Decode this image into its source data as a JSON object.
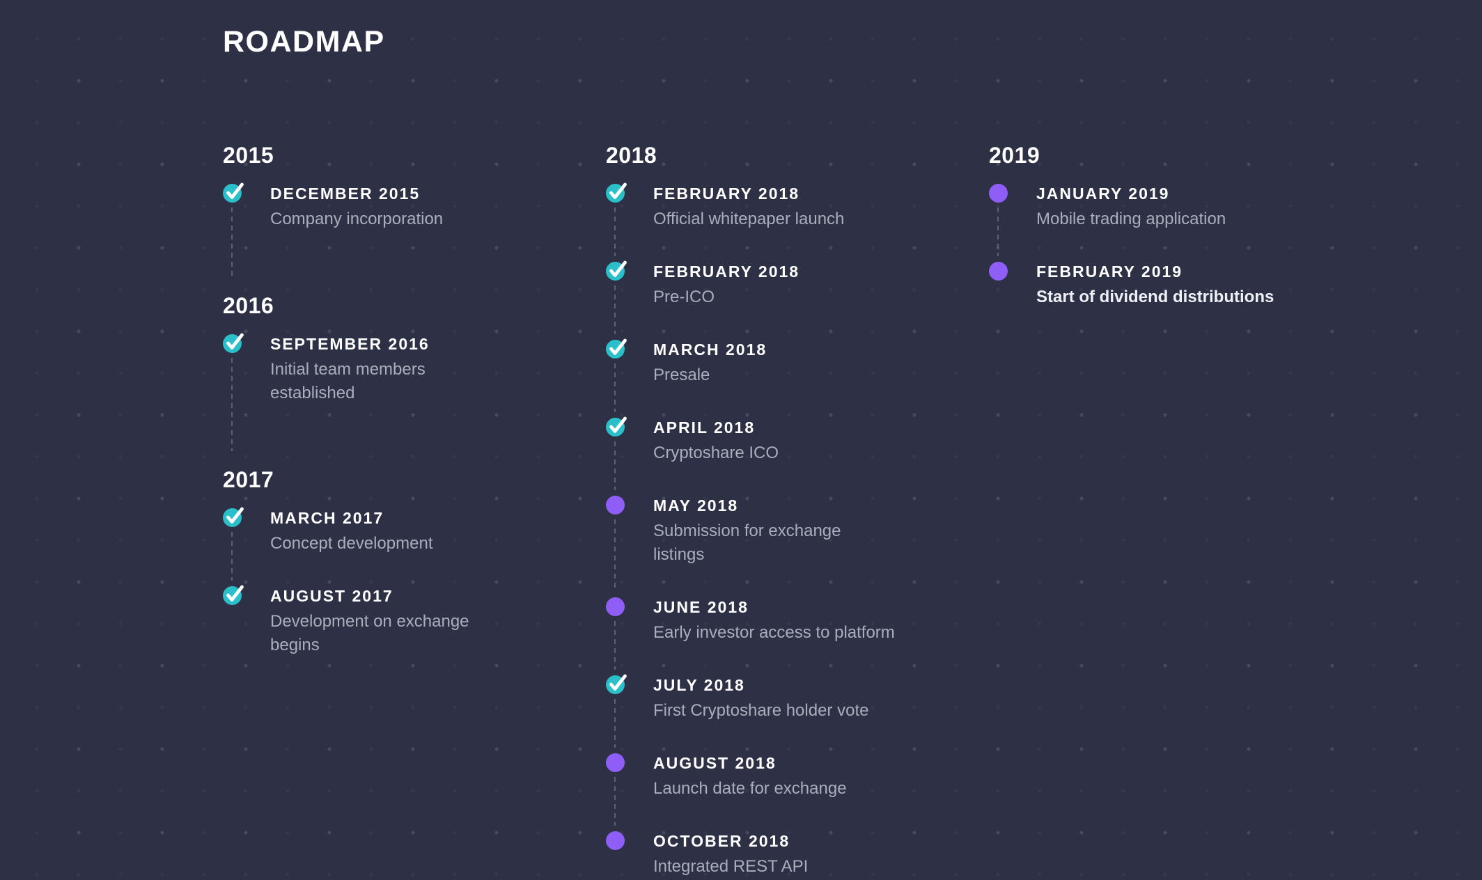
{
  "page": {
    "title": "ROADMAP"
  },
  "colors": {
    "background": "#2e3145",
    "done": "#2abfc9",
    "planned": "#8e5ef6",
    "heading_text": "#ffffff",
    "description_text": "#a9aebc",
    "connector": "#5c6076"
  },
  "timeline": {
    "columns": [
      {
        "sections": [
          {
            "year": "2015",
            "items": [
              {
                "date": "DECEMBER 2015",
                "desc": "Company incorporation",
                "status": "done",
                "section_end": true
              }
            ]
          },
          {
            "year": "2016",
            "items": [
              {
                "date": "SEPTEMBER 2016",
                "desc": "Initial team members established",
                "status": "done",
                "section_end": true
              }
            ]
          },
          {
            "year": "2017",
            "items": [
              {
                "date": "MARCH 2017",
                "desc": "Concept development",
                "status": "done"
              },
              {
                "date": "AUGUST 2017",
                "desc": "Development on exchange begins",
                "status": "done",
                "last": true
              }
            ]
          }
        ]
      },
      {
        "sections": [
          {
            "year": "2018",
            "items": [
              {
                "date": "FEBRUARY 2018",
                "desc": "Official whitepaper launch",
                "status": "done"
              },
              {
                "date": "FEBRUARY 2018",
                "desc": "Pre-ICO",
                "status": "done"
              },
              {
                "date": "MARCH 2018",
                "desc": "Presale",
                "status": "done"
              },
              {
                "date": "APRIL 2018",
                "desc": "Cryptoshare ICO",
                "status": "done"
              },
              {
                "date": "MAY 2018",
                "desc": "Submission for exchange listings",
                "status": "planned"
              },
              {
                "date": "JUNE 2018",
                "desc": "Early investor access to platform",
                "status": "planned"
              },
              {
                "date": "JULY 2018",
                "desc": "First Cryptoshare holder vote",
                "status": "done"
              },
              {
                "date": "AUGUST 2018",
                "desc": "Launch date for exchange",
                "status": "planned"
              },
              {
                "date": "OCTOBER 2018",
                "desc": "Integrated REST API",
                "status": "planned",
                "last": true
              }
            ]
          }
        ]
      },
      {
        "sections": [
          {
            "year": "2019",
            "items": [
              {
                "date": "JANUARY 2019",
                "desc": "Mobile trading application",
                "status": "planned"
              },
              {
                "date": "FEBRUARY 2019",
                "desc": "Start of dividend distributions",
                "status": "planned",
                "bold_desc": true,
                "last": true
              }
            ]
          }
        ]
      }
    ]
  }
}
